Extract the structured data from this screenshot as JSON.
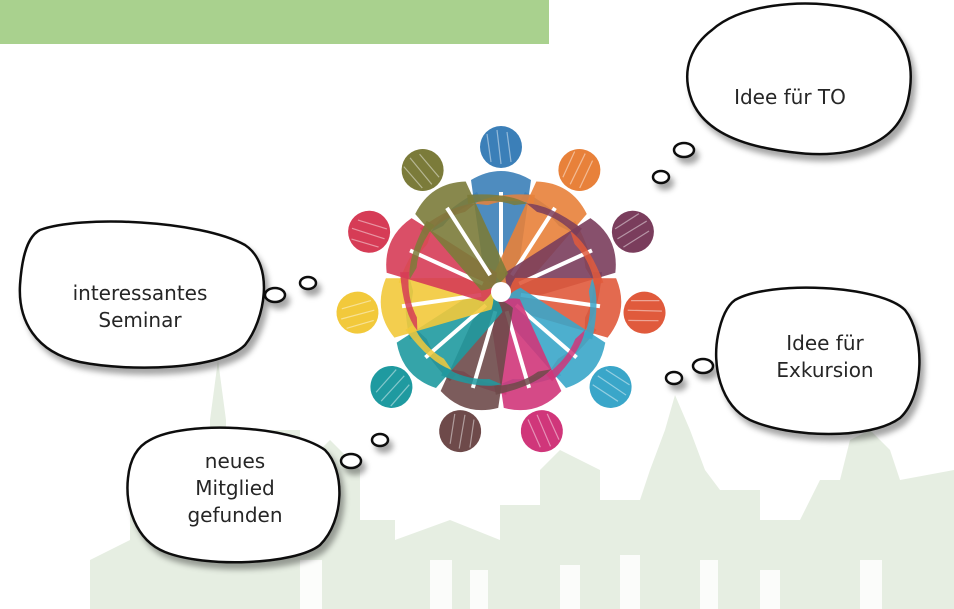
{
  "banner": {
    "title": "",
    "color": "#a9d18e"
  },
  "background": {
    "skyline_color": "#e4ece0"
  },
  "illustration": {
    "name": "people-circle",
    "colors": [
      "#3b7fb8",
      "#e8813a",
      "#7a3d5c",
      "#e05a3c",
      "#3aa6c9",
      "#d0367a",
      "#6e4a4a",
      "#1f9aa0",
      "#f2c93b",
      "#d63c56",
      "#7b7b3a"
    ]
  },
  "bubbles": {
    "top_right": {
      "line1": "Idee für TO"
    },
    "left": {
      "line1": "interessantes",
      "line2": "Seminar"
    },
    "right": {
      "line1": "Idee für",
      "line2": "Exkursion"
    },
    "bottom_left": {
      "line1": "neues",
      "line2": "Mitglied",
      "line3": "gefunden"
    }
  }
}
